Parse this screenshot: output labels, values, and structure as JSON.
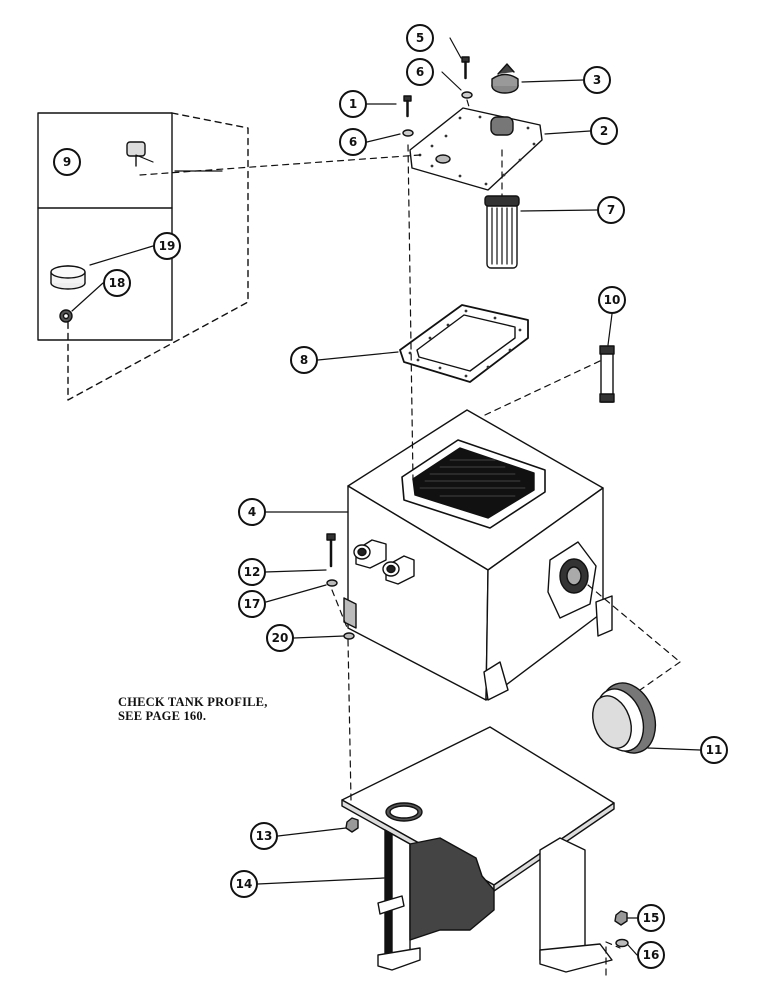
{
  "note": {
    "line1": "CHECK TANK PROFILE,",
    "line2": "SEE PAGE 160."
  },
  "callouts": [
    {
      "id": "c1",
      "label": "1"
    },
    {
      "id": "c2",
      "label": "2"
    },
    {
      "id": "c3",
      "label": "3"
    },
    {
      "id": "c4",
      "label": "4"
    },
    {
      "id": "c5",
      "label": "5"
    },
    {
      "id": "c6a",
      "label": "6"
    },
    {
      "id": "c6b",
      "label": "6"
    },
    {
      "id": "c7",
      "label": "7"
    },
    {
      "id": "c8",
      "label": "8"
    },
    {
      "id": "c9",
      "label": "9"
    },
    {
      "id": "c10",
      "label": "10"
    },
    {
      "id": "c11",
      "label": "11"
    },
    {
      "id": "c12",
      "label": "12"
    },
    {
      "id": "c13",
      "label": "13"
    },
    {
      "id": "c14",
      "label": "14"
    },
    {
      "id": "c15",
      "label": "15"
    },
    {
      "id": "c16",
      "label": "16"
    },
    {
      "id": "c17",
      "label": "17"
    },
    {
      "id": "c18",
      "label": "18"
    },
    {
      "id": "c19",
      "label": "19"
    },
    {
      "id": "c20",
      "label": "20"
    }
  ]
}
